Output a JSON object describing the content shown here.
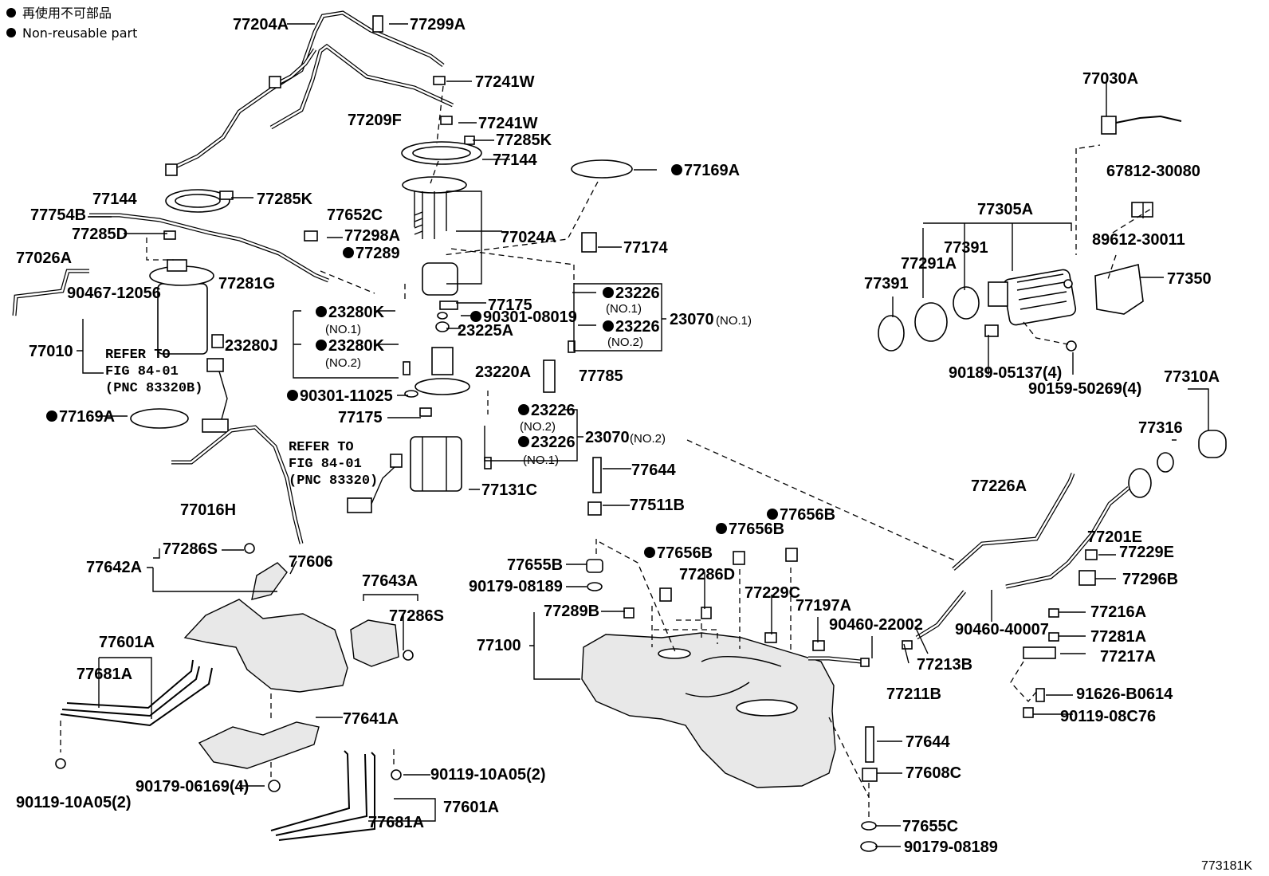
{
  "legend": {
    "line_jp": "再使用不可部品",
    "line_en": "Non-reusable part"
  },
  "figure_id": "773181K",
  "callouts": [
    {
      "text": "77204A"
    },
    {
      "text": "77299A"
    },
    {
      "text": "77241W"
    },
    {
      "text": "77209F"
    },
    {
      "text": "77241W"
    },
    {
      "text": "77285K"
    },
    {
      "text": "77144"
    },
    {
      "text": "77169A",
      "bullet": true
    },
    {
      "text": "77144"
    },
    {
      "text": "77285K"
    },
    {
      "text": "77754B"
    },
    {
      "text": "77652C"
    },
    {
      "text": "77285D"
    },
    {
      "text": "77298A"
    },
    {
      "text": "77024A"
    },
    {
      "text": "77289",
      "bullet": true
    },
    {
      "text": "77174"
    },
    {
      "text": "77026A"
    },
    {
      "text": "77281G"
    },
    {
      "text": "90467-12056"
    },
    {
      "text": "23226",
      "bullet": true
    },
    {
      "text": "77175"
    },
    {
      "text": "23280K",
      "bullet": true
    },
    {
      "text": "90301-08019",
      "bullet": true
    },
    {
      "text": "23226",
      "bullet": true
    },
    {
      "text": "23070"
    },
    {
      "text": "23225A"
    },
    {
      "text": "77010"
    },
    {
      "text": "23280J"
    },
    {
      "text": "23280K",
      "bullet": true
    },
    {
      "text": "23220A"
    },
    {
      "text": "77785"
    },
    {
      "text": "90301-11025",
      "bullet": true
    },
    {
      "text": "77169A",
      "bullet": true
    },
    {
      "text": "77175"
    },
    {
      "text": "23226",
      "bullet": true
    },
    {
      "text": "23226",
      "bullet": true
    },
    {
      "text": "23070"
    },
    {
      "text": "77644"
    },
    {
      "text": "77131C"
    },
    {
      "text": "77016H"
    },
    {
      "text": "77511B"
    },
    {
      "text": "77656B",
      "bullet": true
    },
    {
      "text": "77656B",
      "bullet": true
    },
    {
      "text": "77656B",
      "bullet": true
    },
    {
      "text": "77286S"
    },
    {
      "text": "77606"
    },
    {
      "text": "77642A"
    },
    {
      "text": "77655B"
    },
    {
      "text": "90179-08189"
    },
    {
      "text": "77286D"
    },
    {
      "text": "77643A"
    },
    {
      "text": "77229C"
    },
    {
      "text": "77197A"
    },
    {
      "text": "77286S"
    },
    {
      "text": "77289B"
    },
    {
      "text": "77100"
    },
    {
      "text": "90460-22002"
    },
    {
      "text": "77601A"
    },
    {
      "text": "77681A"
    },
    {
      "text": "77213B"
    },
    {
      "text": "77211B"
    },
    {
      "text": "77641A"
    },
    {
      "text": "77644"
    },
    {
      "text": "90179-06169(4)"
    },
    {
      "text": "90119-10A05(2)"
    },
    {
      "text": "77608C"
    },
    {
      "text": "90119-10A05(2)"
    },
    {
      "text": "77601A"
    },
    {
      "text": "77681A"
    },
    {
      "text": "77655C"
    },
    {
      "text": "90179-08189"
    },
    {
      "text": "77030A"
    },
    {
      "text": "67812-30080"
    },
    {
      "text": "77305A"
    },
    {
      "text": "77391"
    },
    {
      "text": "89612-30011"
    },
    {
      "text": "77291A"
    },
    {
      "text": "77391"
    },
    {
      "text": "77350"
    },
    {
      "text": "90189-05137(4)"
    },
    {
      "text": "90159-50269(4)"
    },
    {
      "text": "77310A"
    },
    {
      "text": "77316"
    },
    {
      "text": "77226A"
    },
    {
      "text": "77201E"
    },
    {
      "text": "77229E"
    },
    {
      "text": "77296B"
    },
    {
      "text": "77216A"
    },
    {
      "text": "90460-40007"
    },
    {
      "text": "77281A"
    },
    {
      "text": "77217A"
    },
    {
      "text": "91626-B0614"
    },
    {
      "text": "90119-08C76"
    }
  ],
  "notes": [
    {
      "text": "(NO.1)"
    },
    {
      "text": "(NO.2)"
    },
    {
      "text": "(NO.1)"
    },
    {
      "text": "(NO.2)"
    },
    {
      "text": "(NO.1)"
    },
    {
      "text": "(NO.2)"
    },
    {
      "text": "(NO.1)"
    },
    {
      "text": "(NO.2)"
    }
  ],
  "refers": [
    {
      "lines": [
        "REFER TO",
        "FIG 84-01",
        "(PNC 83320B)"
      ]
    },
    {
      "lines": [
        "REFER TO",
        "FIG 84-01",
        "(PNC 83320)"
      ]
    }
  ]
}
